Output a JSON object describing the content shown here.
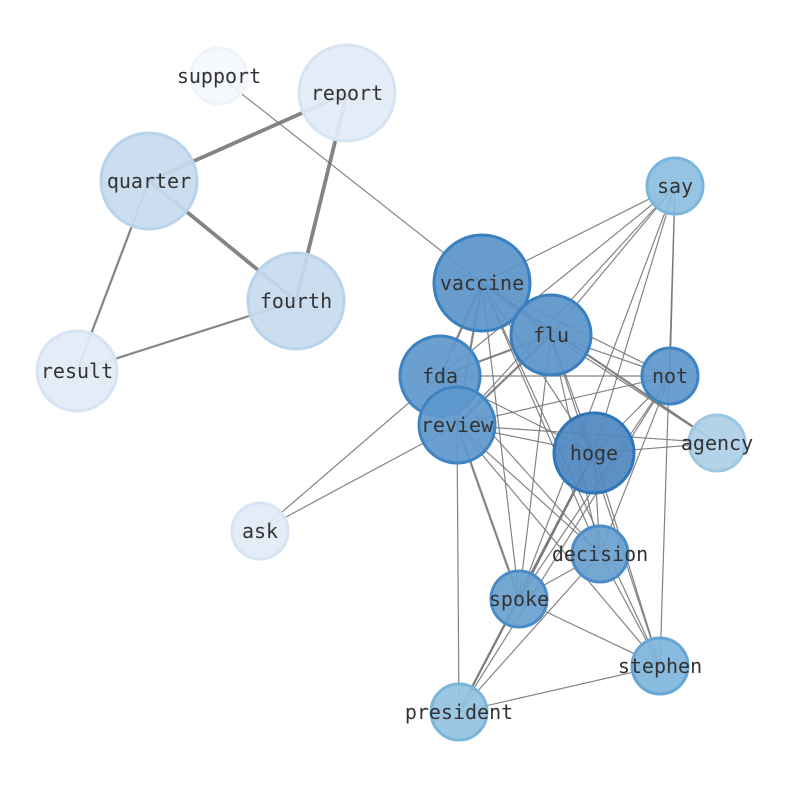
{
  "nodes": [
    {
      "id": "support",
      "label": "support",
      "color": "#f4f8fd",
      "stroke": "#eef4fb"
    },
    {
      "id": "report",
      "label": "report",
      "color": "#e1ebf6",
      "stroke": "#d6e4f3"
    },
    {
      "id": "quarter",
      "label": "quarter",
      "color": "#c7dcee",
      "stroke": "#b8d3eb"
    },
    {
      "id": "fourth",
      "label": "fourth",
      "color": "#c7dcee",
      "stroke": "#b8d3eb"
    },
    {
      "id": "result",
      "label": "result",
      "color": "#e1ebf6",
      "stroke": "#d6e4f3"
    },
    {
      "id": "say",
      "label": "say",
      "color": "#8dc0e0",
      "stroke": "#7ab5db"
    },
    {
      "id": "vaccine",
      "label": "vaccine",
      "color": "#5c94c9",
      "stroke": "#3a7fc0"
    },
    {
      "id": "flu",
      "label": "flu",
      "color": "#5c94c9",
      "stroke": "#3a7fc0"
    },
    {
      "id": "fda",
      "label": "fda",
      "color": "#5f98cc",
      "stroke": "#3e84c3"
    },
    {
      "id": "not",
      "label": "not",
      "color": "#5f98cc",
      "stroke": "#3e84c3"
    },
    {
      "id": "review",
      "label": "review",
      "color": "#5f98cc",
      "stroke": "#3e84c3"
    },
    {
      "id": "agency",
      "label": "agency",
      "color": "#acd0e6",
      "stroke": "#9dc7e2"
    },
    {
      "id": "hoge",
      "label": "hoge",
      "color": "#5189c2",
      "stroke": "#2f76b8"
    },
    {
      "id": "ask",
      "label": "ask",
      "color": "#e1ebf6",
      "stroke": "#d6e4f3"
    },
    {
      "id": "decision",
      "label": "decision",
      "color": "#6aa0d0",
      "stroke": "#4b8cc7"
    },
    {
      "id": "spoke",
      "label": "spoke",
      "color": "#6aa0d0",
      "stroke": "#4b8cc7"
    },
    {
      "id": "stephen",
      "label": "stephen",
      "color": "#80b6dc",
      "stroke": "#65a6d5"
    },
    {
      "id": "president",
      "label": "president",
      "color": "#94c3e1",
      "stroke": "#7ab5db"
    }
  ],
  "edges": [
    [
      "report",
      "quarter",
      2
    ],
    [
      "report",
      "fourth",
      2
    ],
    [
      "quarter",
      "fourth",
      2
    ],
    [
      "quarter",
      "result",
      1
    ],
    [
      "fourth",
      "result",
      1
    ],
    [
      "support",
      "vaccine",
      0
    ],
    [
      "ask",
      "fda",
      0
    ],
    [
      "ask",
      "review",
      0
    ],
    [
      "vaccine",
      "say",
      0
    ],
    [
      "vaccine",
      "flu",
      1
    ],
    [
      "vaccine",
      "fda",
      1
    ],
    [
      "vaccine",
      "review",
      1
    ],
    [
      "vaccine",
      "not",
      0
    ],
    [
      "vaccine",
      "agency",
      1
    ],
    [
      "vaccine",
      "hoge",
      0
    ],
    [
      "vaccine",
      "decision",
      0
    ],
    [
      "vaccine",
      "spoke",
      0
    ],
    [
      "vaccine",
      "stephen",
      0
    ],
    [
      "flu",
      "fda",
      1
    ],
    [
      "flu",
      "review",
      1
    ],
    [
      "flu",
      "not",
      0
    ],
    [
      "flu",
      "agency",
      0
    ],
    [
      "flu",
      "hoge",
      0
    ],
    [
      "flu",
      "decision",
      0
    ],
    [
      "flu",
      "spoke",
      0
    ],
    [
      "flu",
      "say",
      0
    ],
    [
      "flu",
      "stephen",
      0
    ],
    [
      "fda",
      "not",
      0
    ],
    [
      "fda",
      "review",
      0
    ],
    [
      "fda",
      "hoge",
      0
    ],
    [
      "fda",
      "spoke",
      1
    ],
    [
      "fda",
      "decision",
      0
    ],
    [
      "fda",
      "say",
      0
    ],
    [
      "review",
      "not",
      0
    ],
    [
      "review",
      "agency",
      0
    ],
    [
      "review",
      "hoge",
      0
    ],
    [
      "review",
      "decision",
      0
    ],
    [
      "review",
      "stephen",
      0
    ],
    [
      "review",
      "president",
      0
    ],
    [
      "review",
      "say",
      0
    ],
    [
      "not",
      "say",
      0
    ],
    [
      "not",
      "hoge",
      0
    ],
    [
      "not",
      "decision",
      0
    ],
    [
      "not",
      "spoke",
      0
    ],
    [
      "not",
      "president",
      0
    ],
    [
      "hoge",
      "agency",
      0
    ],
    [
      "hoge",
      "spoke",
      1
    ],
    [
      "hoge",
      "president",
      1
    ],
    [
      "hoge",
      "decision",
      0
    ],
    [
      "hoge",
      "stephen",
      0
    ],
    [
      "hoge",
      "say",
      0
    ],
    [
      "say",
      "stephen",
      0
    ],
    [
      "say",
      "spoke",
      0
    ],
    [
      "decision",
      "spoke",
      0
    ],
    [
      "decision",
      "stephen",
      0
    ],
    [
      "decision",
      "president",
      0
    ],
    [
      "spoke",
      "stephen",
      0
    ],
    [
      "spoke",
      "president",
      0
    ],
    [
      "stephen",
      "president",
      0
    ]
  ]
}
